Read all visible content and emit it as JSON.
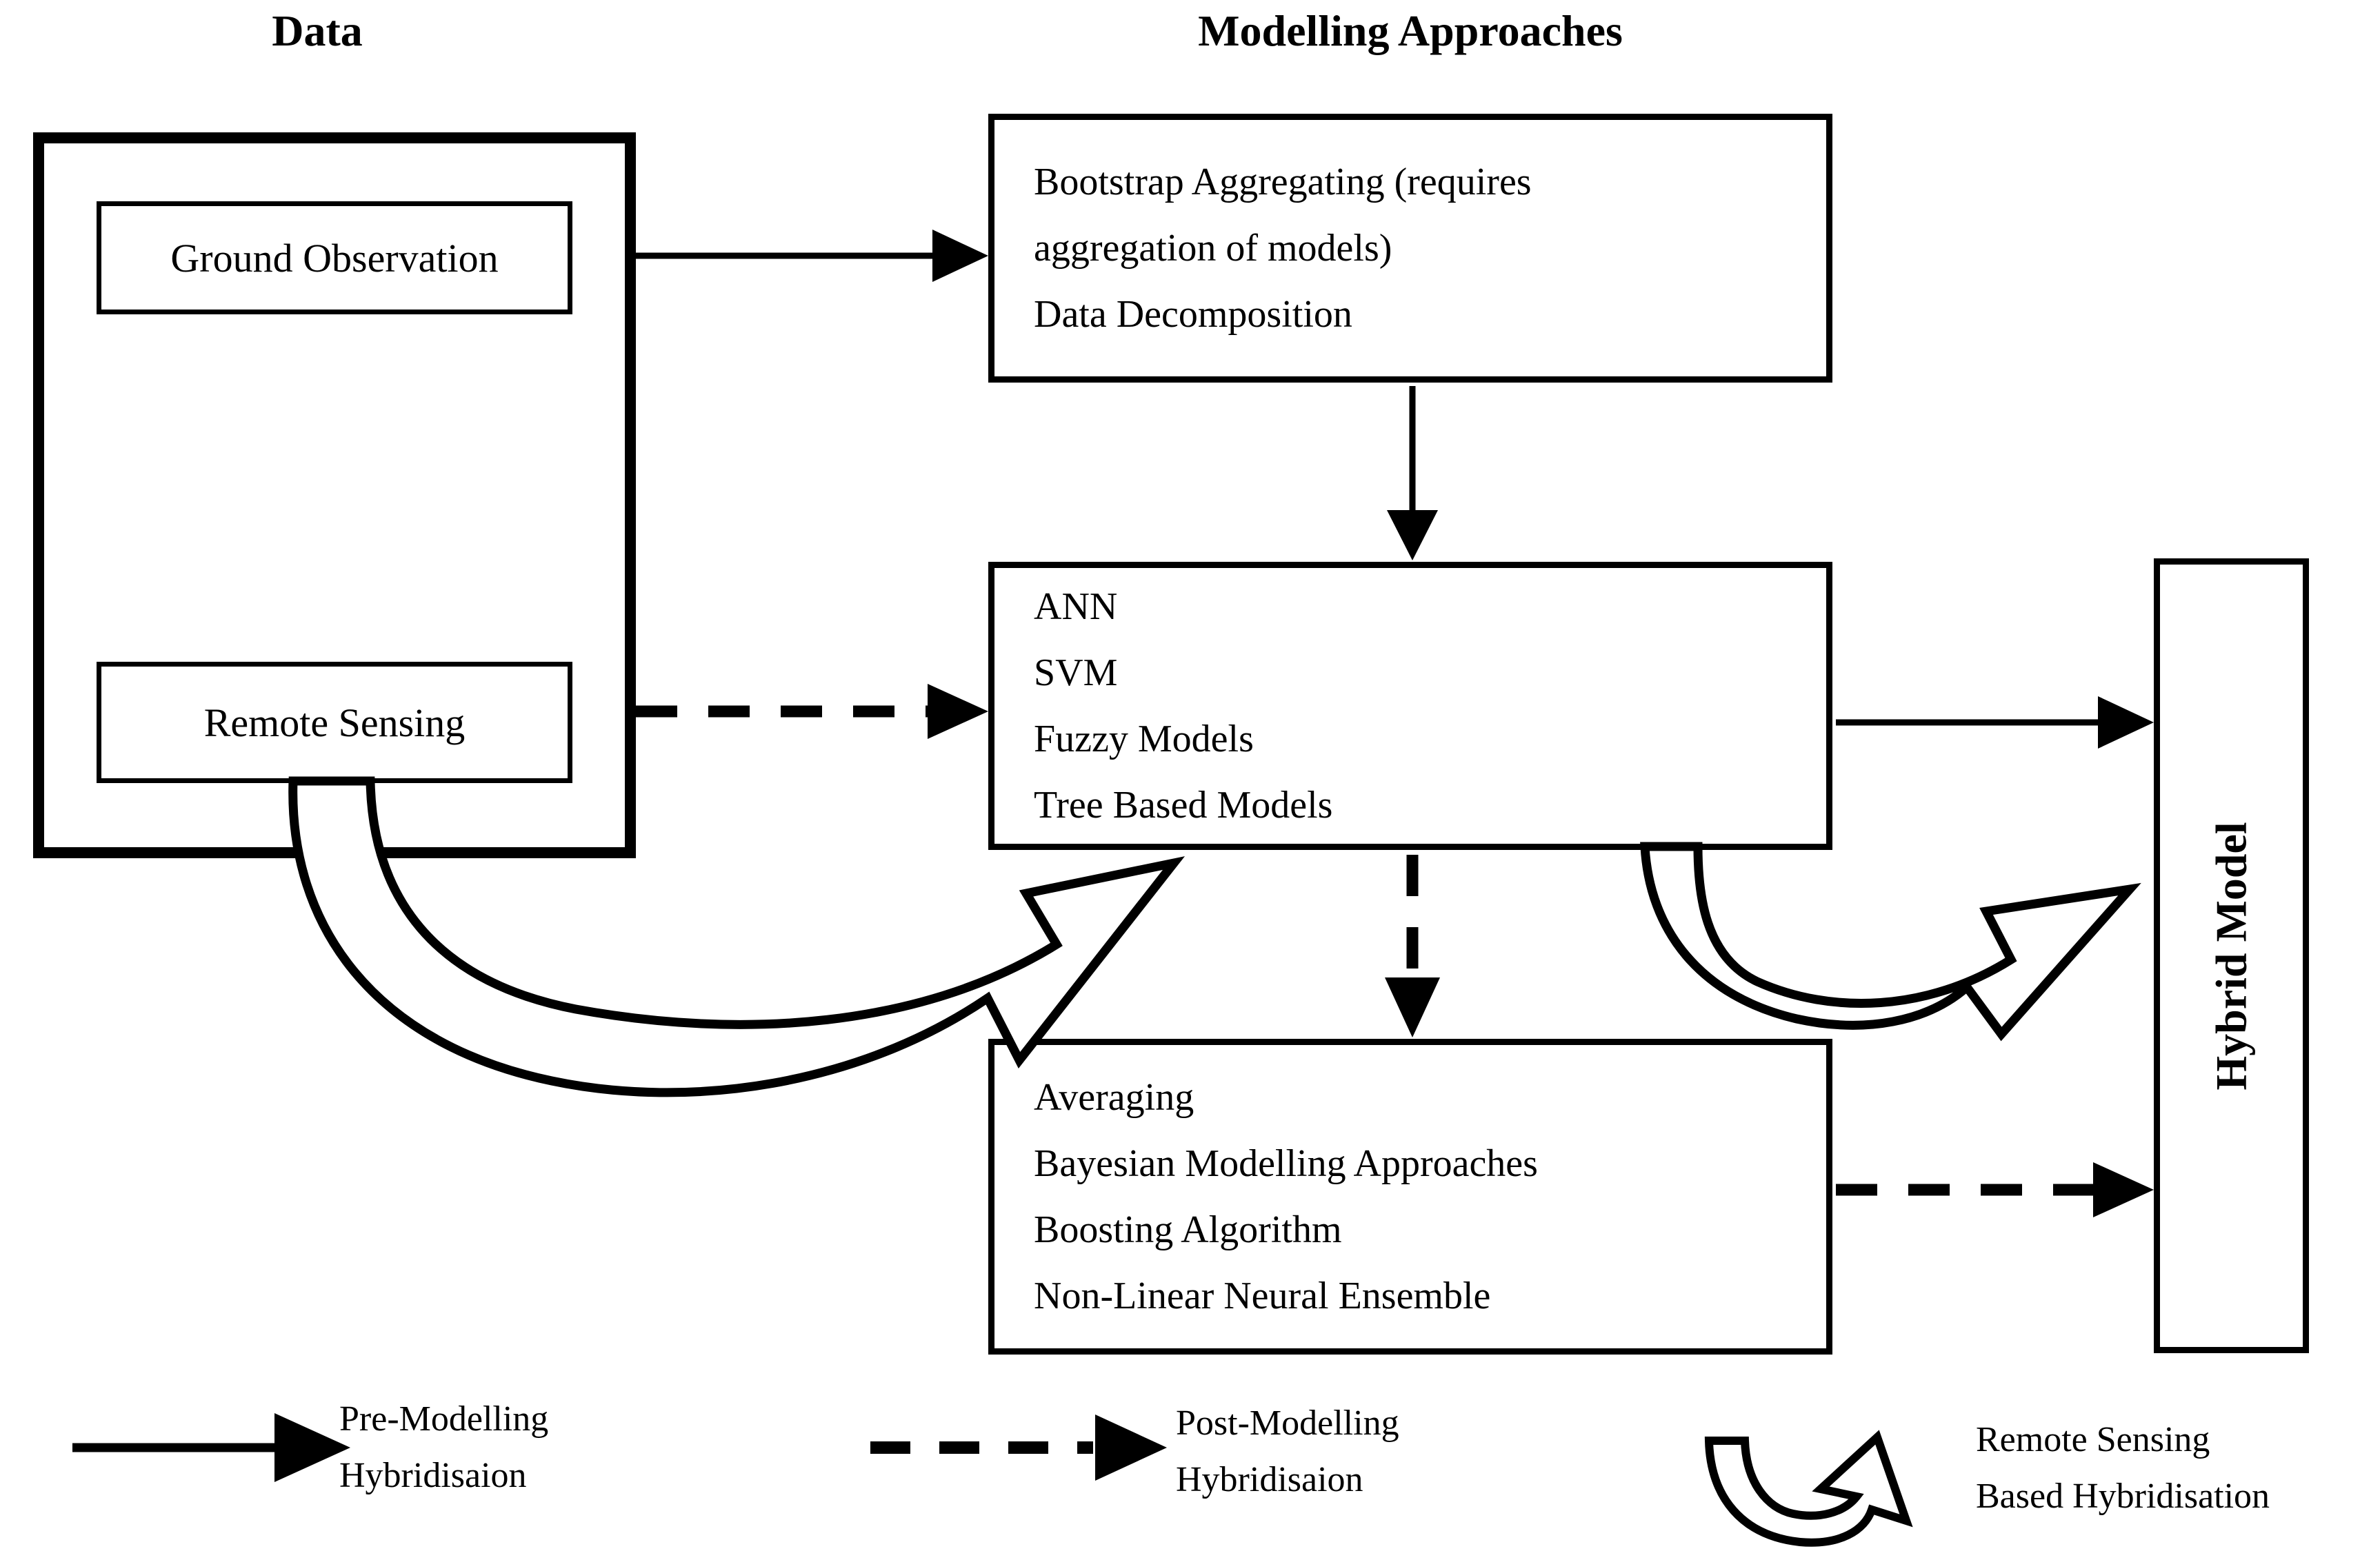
{
  "colors": {
    "ink": "#000000",
    "background": "#ffffff"
  },
  "headings": {
    "data": "Data",
    "modelling": "Modelling Approaches"
  },
  "data_panel": {
    "ground_observation": "Ground Observation",
    "remote_sensing": "Remote Sensing"
  },
  "modelling_boxes": {
    "preprocessing": {
      "lines": [
        "Bootstrap Aggregating (requires",
        "aggregation of models)",
        "Data Decomposition"
      ]
    },
    "models": {
      "lines": [
        "ANN",
        "SVM",
        "Fuzzy Models",
        "Tree Based Models"
      ]
    },
    "ensemble": {
      "lines": [
        "Averaging",
        "Bayesian Modelling Approaches",
        "Boosting Algorithm",
        "Non-Linear Neural Ensemble"
      ]
    }
  },
  "hybrid_model": {
    "label": "Hybrid Model"
  },
  "legend": {
    "pre": {
      "lines": [
        "Pre-Modelling",
        "Hybridisaion"
      ]
    },
    "post": {
      "lines": [
        "Post-Modelling",
        "Hybridisaion"
      ]
    },
    "remote": {
      "lines": [
        "Remote Sensing",
        "Based Hybridisation"
      ]
    }
  }
}
